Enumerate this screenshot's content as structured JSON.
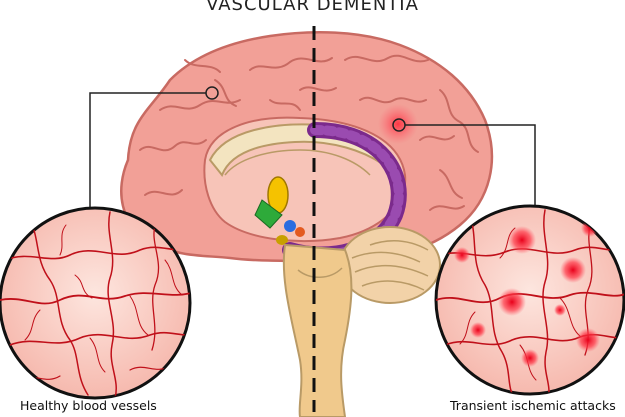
{
  "title": "VASCULAR DEMENTIA",
  "labels": {
    "left": "Healthy blood vessels",
    "right": "Transient ischemic attacks"
  },
  "colors": {
    "cortex": "#f2a097",
    "cortex_outline": "#c86a62",
    "vessel": "#c0101a",
    "lesion": "#ff2030",
    "tissue_pink": "#fbd4cb",
    "corpus_callosum": "#f3e4c0",
    "brainstem": "#f0c98c",
    "purple": "#7b2a8c",
    "dashed_line": "#111111"
  }
}
